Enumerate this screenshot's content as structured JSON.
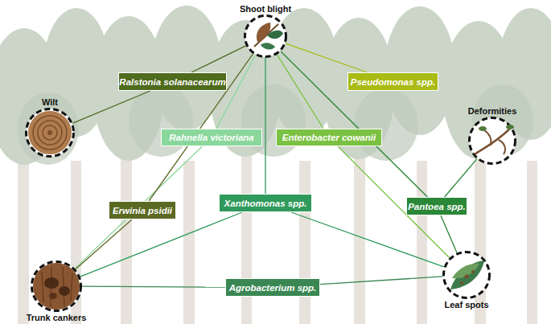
{
  "diagram": {
    "nodes": [
      {
        "text": [
          "Shoot blight"
        ]
      },
      {
        "text": [
          "Ralstonia solanacearum"
        ]
      },
      {
        "text": [
          "Pseudomonas spp."
        ]
      },
      {
        "text": [
          "Wilt"
        ]
      },
      {
        "text": [
          "Rahnella victoriana"
        ]
      },
      {
        "text": [
          "Enterobacter cowanii"
        ]
      },
      {
        "text": [
          "Deformities"
        ]
      },
      {
        "text": [
          "Erwinia psidii"
        ]
      },
      {
        "text": [
          "Xanthomonas spp."
        ]
      },
      {
        "text": [
          "Pantoea spp."
        ]
      },
      {
        "text": [
          "Trunk cankers"
        ]
      },
      {
        "text": [
          "Agrobacterium spp."
        ]
      },
      {
        "text": [
          "Leaf spots"
        ]
      }
    ],
    "edges": [
      {
        "from": 0,
        "to": 1,
        "arrow": "none"
      },
      {
        "from": 3,
        "to": 1,
        "arrow": "none"
      },
      {
        "from": 0,
        "to": 2,
        "arrow": "none"
      },
      {
        "from": 0,
        "to": 4,
        "arrow": "none"
      },
      {
        "from": 10,
        "to": 4,
        "arrow": "none"
      },
      {
        "from": 0,
        "to": 5,
        "arrow": "none"
      },
      {
        "from": 12,
        "to": 5,
        "arrow": "none"
      },
      {
        "from": 0,
        "to": 7,
        "arrow": "none"
      },
      {
        "from": 10,
        "to": 7,
        "arrow": "none"
      },
      {
        "from": 0,
        "to": 8,
        "arrow": "none"
      },
      {
        "from": 10,
        "to": 8,
        "arrow": "none"
      },
      {
        "from": 12,
        "to": 8,
        "arrow": "none"
      },
      {
        "from": 0,
        "to": 9,
        "arrow": "none"
      },
      {
        "from": 6,
        "to": 9,
        "arrow": "none"
      },
      {
        "from": 12,
        "to": 9,
        "arrow": "none"
      },
      {
        "from": 10,
        "to": 11,
        "arrow": "none"
      },
      {
        "from": 12,
        "to": 11,
        "arrow": "none"
      }
    ]
  }
}
